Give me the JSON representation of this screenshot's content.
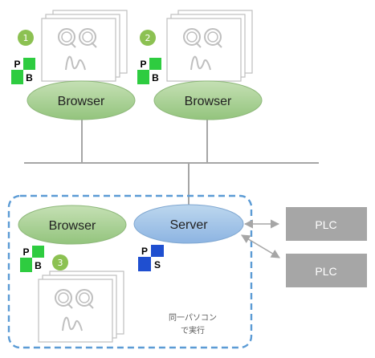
{
  "nodes": {
    "browser_1": "Browser",
    "browser_2": "Browser",
    "browser_3": "Browser",
    "server": "Server",
    "plc_1": "PLC",
    "plc_2": "PLC"
  },
  "badges": {
    "badge_1": "1",
    "badge_2": "2",
    "badge_3": "3"
  },
  "app_icons": {
    "pb_top_letter": "P",
    "pb_bottom_letter": "B",
    "ps_top_letter": "P",
    "ps_bottom_letter": "S"
  },
  "group": {
    "note_line1": "同一パソコン",
    "note_line2": "で実行"
  },
  "colors": {
    "browser_fill": "#a9d18e",
    "server_fill": "#9dc3e6",
    "plc_fill": "#a6a6a6",
    "badge_fill": "#8cc152",
    "dashed_border": "#5b9bd5",
    "network_line": "#a6a6a6"
  },
  "icons": [
    "screen-window-icon",
    "pb-app-icon",
    "ps-app-icon",
    "numbered-badge-icon"
  ]
}
